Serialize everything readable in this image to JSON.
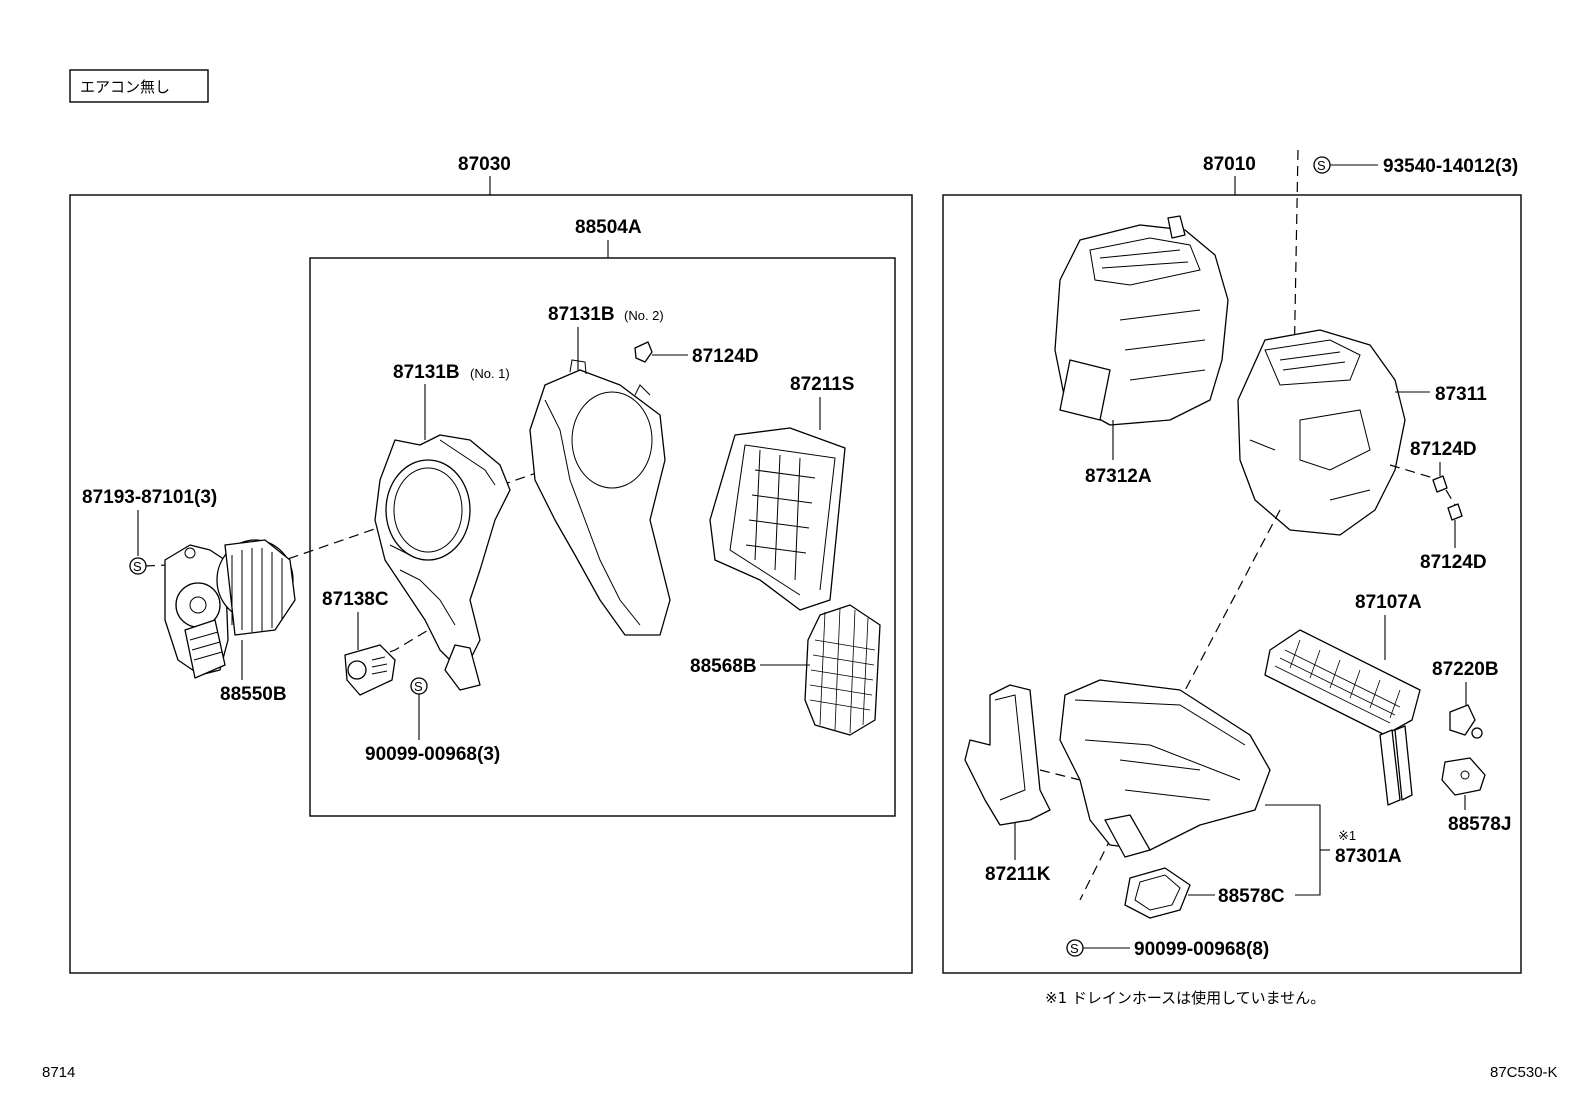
{
  "header": {
    "condition_tag": "エアコン無し"
  },
  "groups": {
    "blower_assembly": {
      "part_no": "87030"
    },
    "blower_case_subassy": {
      "part_no": "88504A"
    },
    "heater_unit": {
      "part_no": "87010"
    }
  },
  "labels": {
    "screw_top": "93540-14012(3)",
    "case_no1": "87131B",
    "case_no1_suffix": "(No. 1)",
    "case_no2": "87131B",
    "case_no2_suffix": "(No. 2)",
    "clip_left": "87124D",
    "filter_frame": "87211S",
    "screw_left": "87193-87101(3)",
    "motor": "88550B",
    "resistor": "87138C",
    "screw_mid": "90099-00968(3)",
    "filter": "88568B",
    "upper_case": "87312A",
    "heater_case": "87311",
    "clip_right_a": "87124D",
    "clip_right_b": "87124D",
    "heater_core": "87107A",
    "clamp": "87220B",
    "pad": "88578J",
    "duct": "87211K",
    "lower_case_note": "※1",
    "lower_case": "87301A",
    "seal": "88578C",
    "screw_bottom": "90099-00968(8)"
  },
  "footnote": "※1 ドレインホースは使用していません。",
  "footer": {
    "page_left": "8714",
    "diagram_code": "87C530-K"
  },
  "icons": {
    "screw_marker": "S"
  }
}
